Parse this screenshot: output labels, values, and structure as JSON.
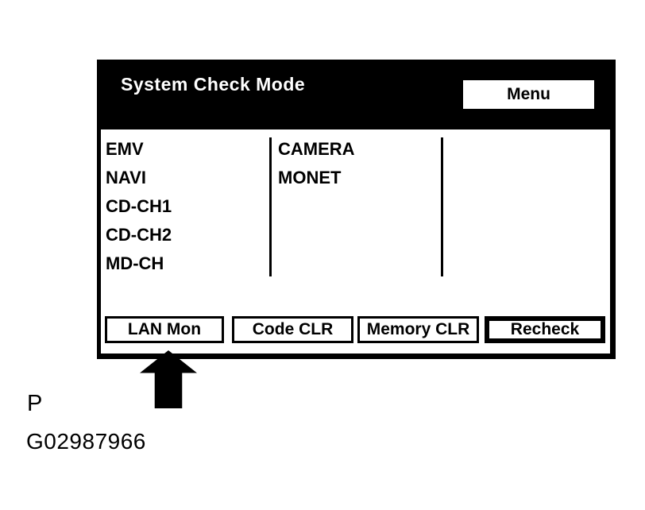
{
  "screen": {
    "title": "System Check Mode",
    "menu_button_label": "Menu",
    "device_columns": [
      {
        "items": [
          "EMV",
          "NAVI",
          "CD-CH1",
          "CD-CH2",
          "MD-CH"
        ]
      },
      {
        "items": [
          "CAMERA",
          "MONET"
        ]
      },
      {
        "items": []
      }
    ],
    "function_buttons": [
      {
        "label": "LAN Mon"
      },
      {
        "label": "Code CLR"
      },
      {
        "label": "Memory CLR"
      },
      {
        "label": "Recheck"
      }
    ]
  },
  "figure": {
    "pointer_label": "P",
    "figure_code": "G02987966",
    "arrow_target": "LAN Mon"
  },
  "colors": {
    "screen_background": "#000000",
    "content_background": "#ffffff",
    "text_on_dark": "#ffffff",
    "text_on_light": "#000000"
  }
}
